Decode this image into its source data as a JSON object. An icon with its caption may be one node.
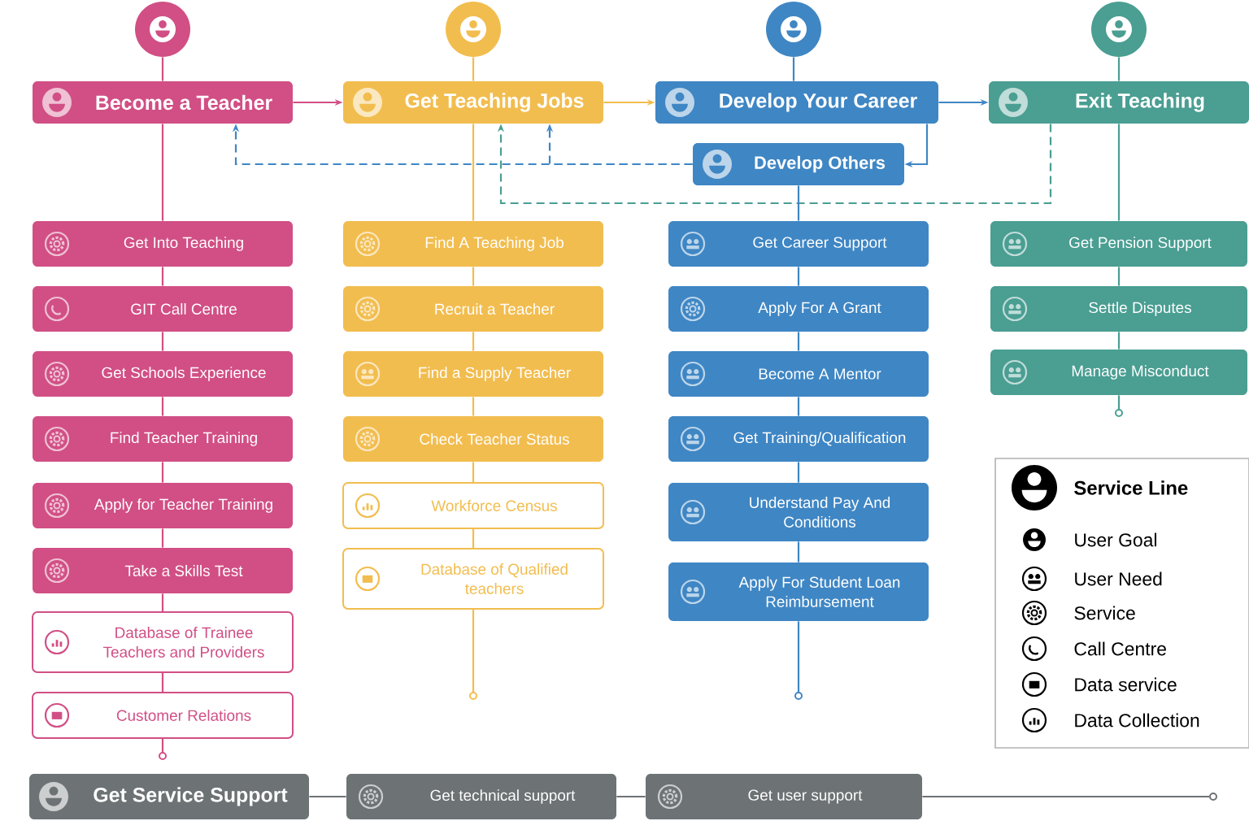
{
  "diagram": {
    "nodes": [
      {
        "text": [],
        "shape": "circle"
      },
      {
        "text": [],
        "shape": "circle"
      },
      {
        "text": [],
        "shape": "circle"
      },
      {
        "text": [],
        "shape": "circle"
      },
      {
        "text": [
          "Become a Teacher"
        ]
      },
      {
        "text": [
          "Get Teaching Jobs"
        ]
      },
      {
        "text": [
          "Develop Your Career"
        ]
      },
      {
        "text": [
          "Exit Teaching"
        ]
      },
      {
        "text": [
          "Develop Others"
        ]
      },
      {
        "text": [
          "Get Into Teaching"
        ]
      },
      {
        "text": [
          "GIT Call Centre"
        ]
      },
      {
        "text": [
          "Get Schools Experience"
        ]
      },
      {
        "text": [
          "Find Teacher Training"
        ]
      },
      {
        "text": [
          "Apply for Teacher Training"
        ]
      },
      {
        "text": [
          "Take a Skills Test"
        ]
      },
      {
        "text": [
          "Database of Trainee Teachers and Providers"
        ]
      },
      {
        "text": [
          "Customer Relations"
        ]
      },
      {
        "text": [
          "Find A Teaching Job"
        ]
      },
      {
        "text": [
          "Recruit a Teacher"
        ]
      },
      {
        "text": [
          "Find a Supply Teacher"
        ]
      },
      {
        "text": [
          "Check Teacher Status"
        ]
      },
      {
        "text": [
          "Workforce Census"
        ]
      },
      {
        "text": [
          "Database of Qualified teachers"
        ]
      },
      {
        "text": [
          "Get Career Support"
        ]
      },
      {
        "text": [
          "Apply For A Grant"
        ]
      },
      {
        "text": [
          "Become A Mentor"
        ]
      },
      {
        "text": [
          "Get Training/Qualification"
        ]
      },
      {
        "text": [
          "Understand Pay And Conditions"
        ]
      },
      {
        "text": [
          "Apply  For Student Loan Reimbursement"
        ]
      },
      {
        "text": [
          "Get Pension Support"
        ]
      },
      {
        "text": [
          "Settle Disputes"
        ]
      },
      {
        "text": [
          "Manage Misconduct"
        ]
      },
      {
        "text": [
          "Get Service Support"
        ]
      },
      {
        "text": [
          "Get technical support"
        ]
      },
      {
        "text": [
          "Get user support"
        ]
      },
      {
        "text": [],
        "shape": "circle"
      },
      {
        "text": [],
        "shape": "circle"
      },
      {
        "text": [],
        "shape": "circle"
      },
      {
        "text": [],
        "shape": "circle"
      },
      {
        "text": [],
        "shape": "circle"
      }
    ],
    "edges": [
      {
        "from": 4,
        "to": 5,
        "arrow": "to",
        "color": "#d14f85"
      },
      {
        "from": 5,
        "to": 6,
        "arrow": "to",
        "color": "#f2bd4f"
      },
      {
        "from": 6,
        "to": 7,
        "arrow": "to",
        "color": "#3f86c4"
      },
      {
        "from": 6,
        "to": 8,
        "arrow": "to",
        "color": "#3f86c4"
      },
      {
        "from": 8,
        "to": 4,
        "arrow": "to",
        "style": "dashed",
        "color": "#3f86c4"
      },
      {
        "from": 8,
        "to": 5,
        "arrow": "to",
        "style": "dashed",
        "color": "#3f86c4"
      },
      {
        "from": 7,
        "to": 5,
        "arrow": "to",
        "style": "dashed",
        "color": "#4a9e92"
      },
      {
        "from": 0,
        "to": 4,
        "arrow": "none",
        "color": "#d14f85"
      },
      {
        "from": 4,
        "to": 9,
        "arrow": "none",
        "color": "#d14f85"
      },
      {
        "from": 9,
        "to": 10,
        "arrow": "none",
        "color": "#d14f85"
      },
      {
        "from": 10,
        "to": 11,
        "arrow": "none",
        "color": "#d14f85"
      },
      {
        "from": 11,
        "to": 12,
        "arrow": "none",
        "color": "#d14f85"
      },
      {
        "from": 12,
        "to": 13,
        "arrow": "none",
        "color": "#d14f85"
      },
      {
        "from": 13,
        "to": 14,
        "arrow": "none",
        "color": "#d14f85"
      },
      {
        "from": 14,
        "to": 15,
        "arrow": "none",
        "color": "#d14f85"
      },
      {
        "from": 15,
        "to": 16,
        "arrow": "none",
        "color": "#d14f85"
      },
      {
        "from": 16,
        "to": 35,
        "arrow": "none",
        "color": "#d14f85"
      },
      {
        "from": 1,
        "to": 5,
        "arrow": "none",
        "color": "#f2bd4f"
      },
      {
        "from": 5,
        "to": 17,
        "arrow": "none",
        "color": "#f2bd4f"
      },
      {
        "from": 17,
        "to": 18,
        "arrow": "none",
        "color": "#f2bd4f"
      },
      {
        "from": 18,
        "to": 19,
        "arrow": "none",
        "color": "#f2bd4f"
      },
      {
        "from": 19,
        "to": 20,
        "arrow": "none",
        "color": "#f2bd4f"
      },
      {
        "from": 20,
        "to": 21,
        "arrow": "none",
        "color": "#f2bd4f"
      },
      {
        "from": 21,
        "to": 22,
        "arrow": "none",
        "color": "#f2bd4f"
      },
      {
        "from": 22,
        "to": 36,
        "arrow": "none",
        "color": "#f2bd4f"
      },
      {
        "from": 2,
        "to": 6,
        "arrow": "none",
        "color": "#3f86c4"
      },
      {
        "from": 8,
        "to": 23,
        "arrow": "none",
        "color": "#3f86c4"
      },
      {
        "from": 23,
        "to": 24,
        "arrow": "none",
        "color": "#3f86c4"
      },
      {
        "from": 24,
        "to": 25,
        "arrow": "none",
        "color": "#3f86c4"
      },
      {
        "from": 25,
        "to": 26,
        "arrow": "none",
        "color": "#3f86c4"
      },
      {
        "from": 26,
        "to": 27,
        "arrow": "none",
        "color": "#3f86c4"
      },
      {
        "from": 27,
        "to": 28,
        "arrow": "none",
        "color": "#3f86c4"
      },
      {
        "from": 28,
        "to": 37,
        "arrow": "none",
        "color": "#3f86c4"
      },
      {
        "from": 3,
        "to": 7,
        "arrow": "none",
        "color": "#4a9e92"
      },
      {
        "from": 7,
        "to": 29,
        "arrow": "none",
        "color": "#4a9e92"
      },
      {
        "from": 29,
        "to": 30,
        "arrow": "none",
        "color": "#4a9e92"
      },
      {
        "from": 30,
        "to": 31,
        "arrow": "none",
        "color": "#4a9e92"
      },
      {
        "from": 31,
        "to": 38,
        "arrow": "none",
        "color": "#4a9e92"
      },
      {
        "from": 32,
        "to": 33,
        "arrow": "none",
        "color": "#6d7275"
      },
      {
        "from": 33,
        "to": 34,
        "arrow": "none",
        "color": "#6d7275"
      },
      {
        "from": 34,
        "to": 39,
        "arrow": "none",
        "color": "#6d7275"
      }
    ],
    "legend": [
      {
        "text": "Service Line"
      },
      {
        "text": "User Goal"
      },
      {
        "text": "User Need"
      },
      {
        "text": "Service"
      },
      {
        "text": "Call Centre"
      },
      {
        "text": "Data service"
      },
      {
        "text": "Data Collection"
      }
    ]
  }
}
